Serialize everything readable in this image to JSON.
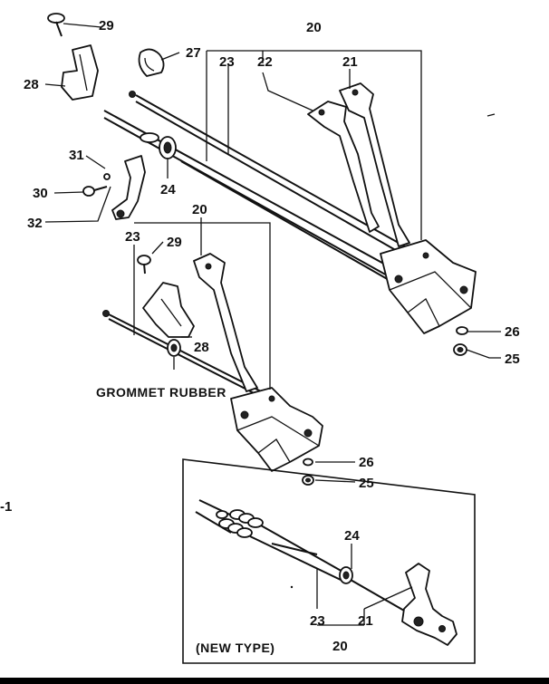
{
  "callouts": {
    "c29a": "29",
    "c20a": "20",
    "c28a": "28",
    "c27": "27",
    "c23a": "23",
    "c22": "22",
    "c21a": "21",
    "c31": "31",
    "c30": "30",
    "c32": "32",
    "c24a": "24",
    "c20b": "20",
    "c23b": "23",
    "c29b": "29",
    "c28b": "28",
    "c26a": "26",
    "c25a": "25",
    "c26b": "26",
    "c25b": "25",
    "c24b": "24",
    "c23c": "23",
    "c21b": "21",
    "c20c": "20",
    "edge1": "-1"
  },
  "labels": {
    "grommet": "GROMMET RUBBER",
    "new_type": "(NEW TYPE)"
  }
}
